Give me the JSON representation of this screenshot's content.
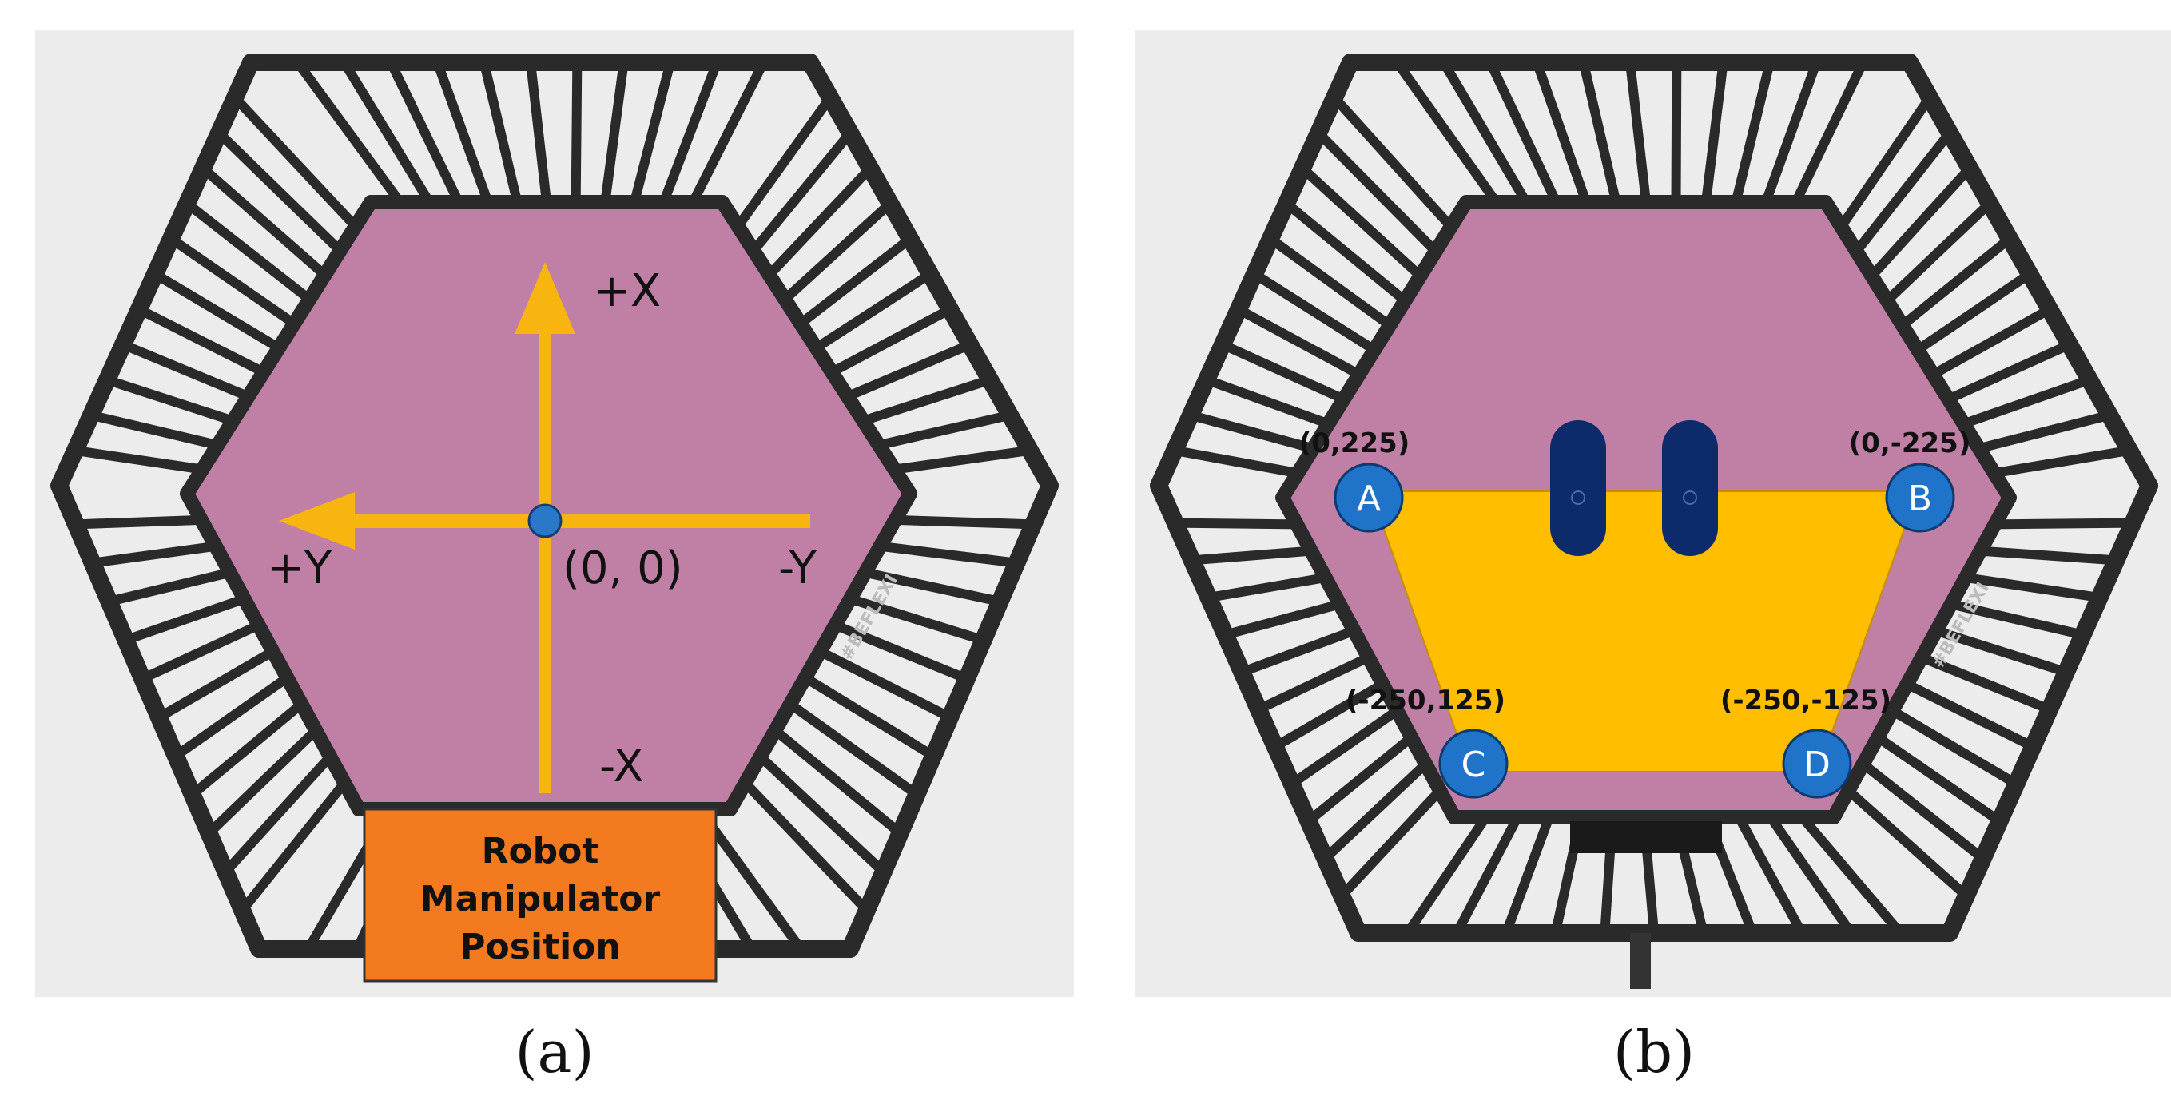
{
  "panel_a": {
    "caption": "(a)",
    "axis_labels": {
      "plus_x": "+X",
      "minus_x": "-X",
      "plus_y": "+Y",
      "minus_y": "-Y"
    },
    "origin_label": "(0, 0)",
    "robot_box": {
      "lines": [
        "Robot",
        "Manipulator",
        "Position"
      ]
    },
    "brand_text": "#BEFLEXI",
    "colors": {
      "mat": "#c07fa5",
      "arrow": "#f8b50f",
      "box": "#f47a20",
      "origin_dot": "#2a78c8",
      "frame": "#2a2a2a"
    }
  },
  "panel_b": {
    "caption": "(b)",
    "points": [
      {
        "letter": "A",
        "coord": "(0,225)"
      },
      {
        "letter": "B",
        "coord": "(0,-225)"
      },
      {
        "letter": "C",
        "coord": "(-250,125)"
      },
      {
        "letter": "D",
        "coord": "(-250,-125)"
      }
    ],
    "brand_text": "#BEFLEXI",
    "colors": {
      "mat": "#c07fa5",
      "region": "#ffbf00",
      "markers": "#1f73c9",
      "feet": "#0d2a6b",
      "frame": "#2a2a2a"
    }
  }
}
